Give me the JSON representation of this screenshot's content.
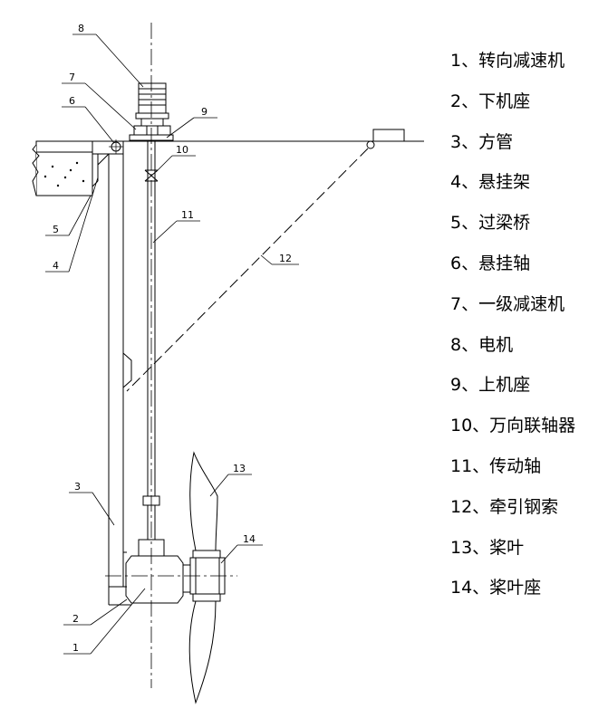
{
  "callouts": [
    "1",
    "2",
    "3",
    "4",
    "5",
    "6",
    "7",
    "8",
    "9",
    "10",
    "11",
    "12",
    "13",
    "14"
  ],
  "legend": [
    "1、转向减速机",
    "2、下机座",
    "3、方管",
    "4、悬挂架",
    "5、过梁桥",
    "6、悬挂轴",
    "7、一级减速机",
    "8、电机",
    "9、上机座",
    "10、万向联轴器",
    "11、传动轴",
    "12、牵引钢索",
    "13、桨叶",
    "14、桨叶座"
  ],
  "colors": {
    "line": "#000000",
    "background": "#ffffff"
  }
}
